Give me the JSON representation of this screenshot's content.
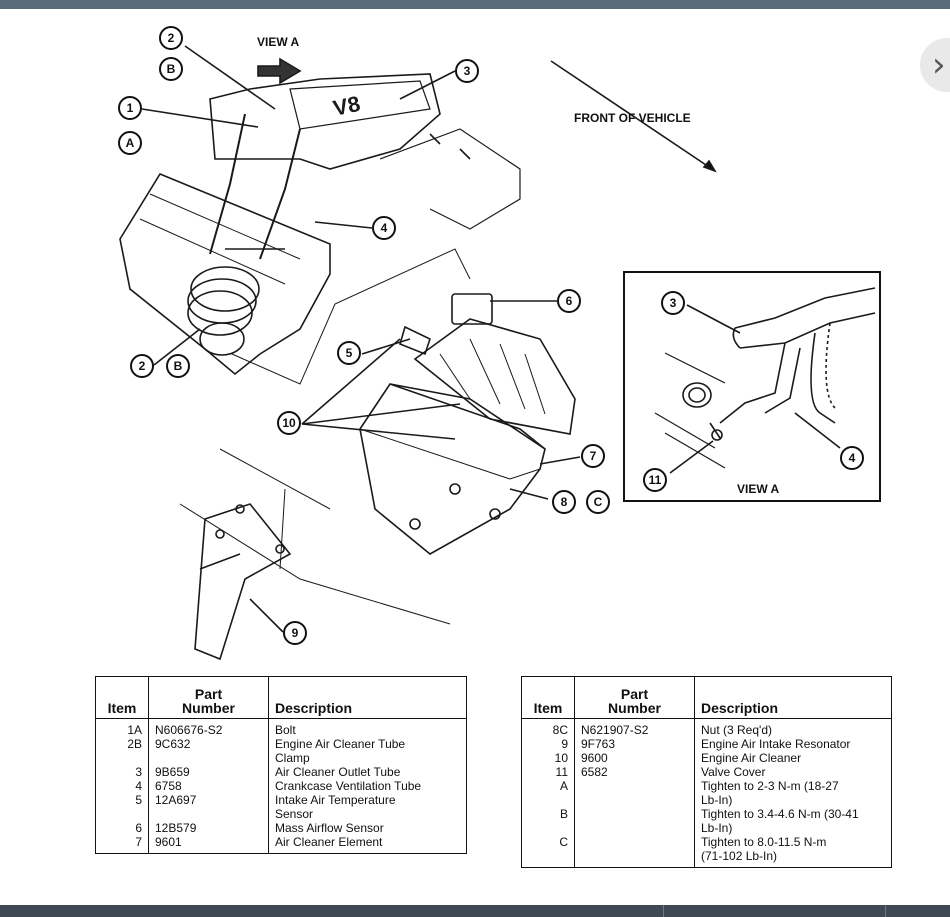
{
  "diagram": {
    "view_a_arrow_label": "VIEW A",
    "front_label": "FRONT OF VEHICLE",
    "inset_label": "VIEW A",
    "callouts": {
      "c2_top": "2",
      "cB_top": "B",
      "c1": "1",
      "cA": "A",
      "c3": "3",
      "c4": "4",
      "c6": "6",
      "c5": "5",
      "c2_bottom": "2",
      "cB_bottom": "B",
      "c10": "10",
      "c7": "7",
      "c8": "8",
      "cC": "C",
      "c9": "9",
      "inset_c3": "3",
      "inset_c4": "4",
      "inset_c11": "11"
    },
    "engine_badge": "V8"
  },
  "nav": {
    "next_glyph": "›"
  },
  "table_left": {
    "headers": {
      "item": "Item",
      "part": "Part\nNumber",
      "desc": "Description"
    },
    "rows": [
      {
        "item": "1A",
        "part": "N606676-S2",
        "desc": "Bolt"
      },
      {
        "item": "2B",
        "part": "9C632",
        "desc": "Engine Air Cleaner Tube\nClamp"
      },
      {
        "item": "3",
        "part": "9B659",
        "desc": "Air Cleaner Outlet Tube"
      },
      {
        "item": "4",
        "part": "6758",
        "desc": "Crankcase Ventilation Tube"
      },
      {
        "item": "5",
        "part": "12A697",
        "desc": "Intake Air Temperature\nSensor"
      },
      {
        "item": "6",
        "part": "12B579",
        "desc": "Mass Airflow Sensor"
      },
      {
        "item": "7",
        "part": "9601",
        "desc": "Air Cleaner Element"
      }
    ]
  },
  "table_right": {
    "headers": {
      "item": "Item",
      "part": "Part\nNumber",
      "desc": "Description"
    },
    "rows": [
      {
        "item": "8C",
        "part": "N621907-S2",
        "desc": "Nut (3 Req'd)"
      },
      {
        "item": "9",
        "part": "9F763",
        "desc": "Engine Air Intake Resonator"
      },
      {
        "item": "10",
        "part": "9600",
        "desc": "Engine Air Cleaner"
      },
      {
        "item": "11",
        "part": "6582",
        "desc": "Valve Cover"
      },
      {
        "item": "A",
        "part": "",
        "desc": "Tighten to 2-3 N-m (18-27\nLb-In)"
      },
      {
        "item": "B",
        "part": "",
        "desc": "Tighten to 3.4-4.6 N-m (30-41\nLb-In)"
      },
      {
        "item": "C",
        "part": "",
        "desc": "Tighten to 8.0-11.5 N-m\n(71-102 Lb-In)"
      }
    ]
  }
}
